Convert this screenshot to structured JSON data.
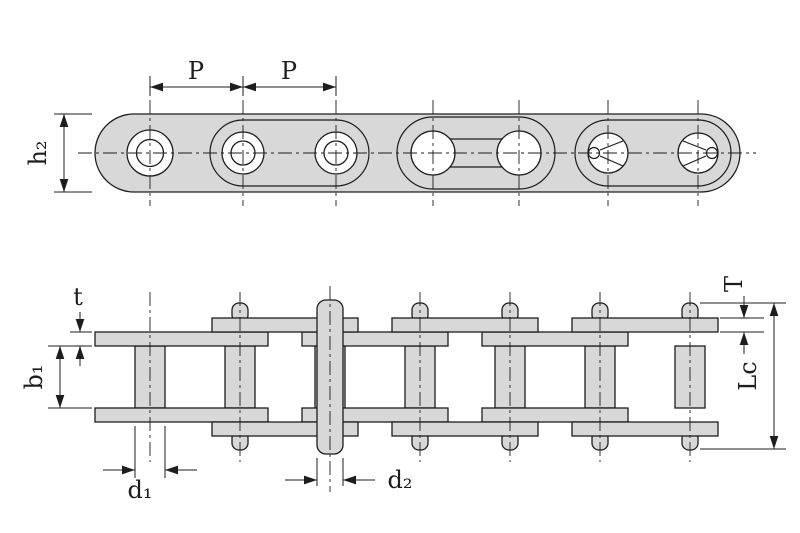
{
  "diagram": {
    "labels": {
      "pitch1": "P",
      "pitch2": "P",
      "plate_height": "h₂",
      "inner_plate_thickness": "t",
      "outer_plate_thickness": "T",
      "inner_width": "b₁",
      "pin_length": "Lc",
      "roller_diameter": "d₁",
      "pin_diameter": "d₂"
    },
    "colors": {
      "part_fill": "#d8d8d8",
      "line": "#1d1d1d",
      "background": "#ffffff"
    }
  }
}
